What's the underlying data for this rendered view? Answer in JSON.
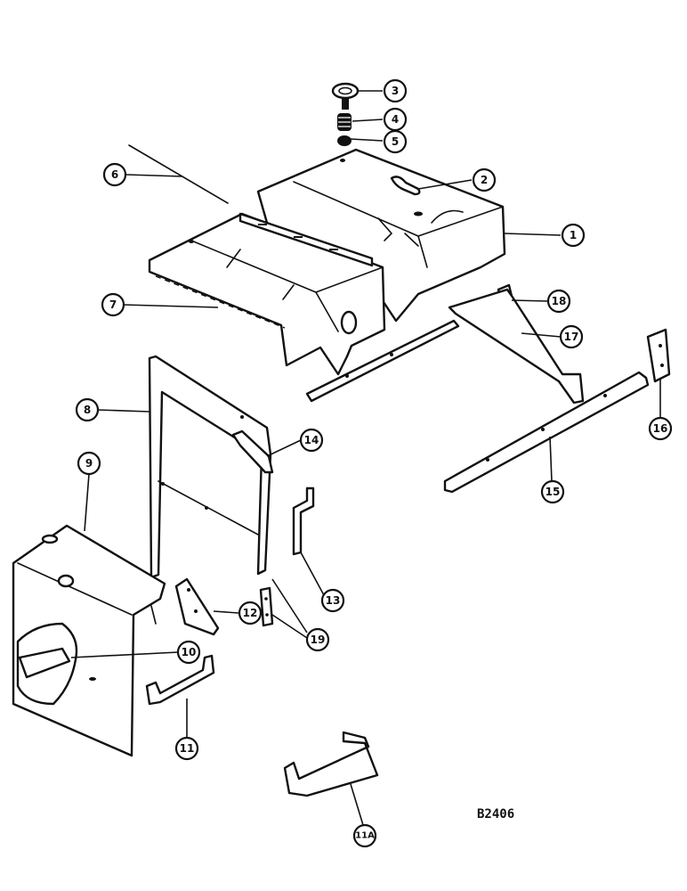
{
  "drawing_number": "B2406",
  "callouts": [
    {
      "id": "c1",
      "label": "1"
    },
    {
      "id": "c2",
      "label": "2"
    },
    {
      "id": "c3",
      "label": "3"
    },
    {
      "id": "c4",
      "label": "4"
    },
    {
      "id": "c5",
      "label": "5"
    },
    {
      "id": "c6",
      "label": "6"
    },
    {
      "id": "c7",
      "label": "7"
    },
    {
      "id": "c8",
      "label": "8"
    },
    {
      "id": "c9",
      "label": "9"
    },
    {
      "id": "c10",
      "label": "10"
    },
    {
      "id": "c11",
      "label": "11"
    },
    {
      "id": "c11a",
      "label": "11A"
    },
    {
      "id": "c12",
      "label": "12"
    },
    {
      "id": "c13",
      "label": "13"
    },
    {
      "id": "c14",
      "label": "14"
    },
    {
      "id": "c15",
      "label": "15"
    },
    {
      "id": "c16",
      "label": "16"
    },
    {
      "id": "c17",
      "label": "17"
    },
    {
      "id": "c18",
      "label": "18"
    },
    {
      "id": "c19",
      "label": "19"
    }
  ]
}
